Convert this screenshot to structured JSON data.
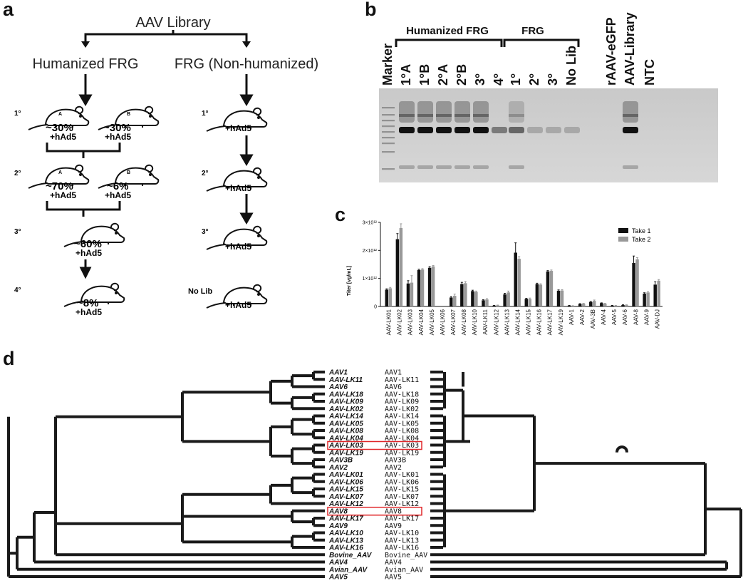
{
  "panels": {
    "a": "a",
    "b": "b",
    "c": "c",
    "d": "d"
  },
  "panel_a": {
    "title": "AAV Library",
    "left_branch": "Humanized FRG",
    "right_branch": "FRG (Non-humanized)",
    "rounds": [
      "1°",
      "2°",
      "3°",
      "4°"
    ],
    "mouse_A": "A",
    "mouse_B": "B",
    "virus": "+hAd5",
    "left": {
      "r1": [
        "~30%",
        "~30%"
      ],
      "r2": [
        "~70%",
        "~6%"
      ],
      "r3": "~60%",
      "r4": "~8%"
    },
    "right_last": "No Lib"
  },
  "panel_b": {
    "group1": "Humanized FRG",
    "group2": "FRG",
    "lanes": [
      "Marker",
      "1°A",
      "1°B",
      "2°A",
      "2°B",
      "3°",
      "4°",
      "1°",
      "2°",
      "3°",
      "No Lib",
      "rAAV-eGFP",
      "AAV-Library",
      "NTC"
    ]
  },
  "chart_data": {
    "type": "bar",
    "ylabel": "Titer [vg/mL]",
    "yticks": [
      "0",
      "1×10¹²",
      "2×10¹²",
      "3×10¹²"
    ],
    "ylim": [
      0,
      3000000000000.0
    ],
    "categories": [
      "AAV-LK01",
      "AAV-LK02",
      "AAV-LK03",
      "AAV-LK04",
      "AAV-LK05",
      "AAV-LK06",
      "AAV-LK07",
      "AAV-LK08",
      "AAV-LK10",
      "AAV-LK11",
      "AAV-LK12",
      "AAV-LK13",
      "AAV-LK14",
      "AAV-LK15",
      "AAV-LK16",
      "AAV-LK17",
      "AAV-LK19",
      "AAV-1",
      "AAV-2",
      "AAV-3B",
      "AAV-4",
      "AAV-5",
      "AAV-6",
      "AAV-8",
      "AAV-9",
      "AAV-DJ"
    ],
    "series": [
      {
        "name": "Take 1",
        "color": "#111111",
        "values": [
          0.6,
          2.4,
          0.82,
          1.3,
          1.38,
          0.0,
          0.32,
          0.8,
          0.55,
          0.22,
          0.03,
          0.43,
          1.92,
          0.27,
          0.8,
          1.25,
          0.56,
          0.03,
          0.09,
          0.16,
          0.12,
          0.03,
          0.05,
          1.55,
          0.46,
          0.78
        ],
        "errors": [
          0.03,
          0.2,
          0.1,
          0.03,
          0.04,
          0,
          0.03,
          0.06,
          0.03,
          0.02,
          0.01,
          0.04,
          0.35,
          0.02,
          0.03,
          0.03,
          0.03,
          0.01,
          0.01,
          0.02,
          0.01,
          0.01,
          0.01,
          0.25,
          0.03,
          0.1
        ]
      },
      {
        "name": "Take 2",
        "color": "#999999",
        "values": [
          0.65,
          2.8,
          0.85,
          1.32,
          1.43,
          0.0,
          0.38,
          0.83,
          0.52,
          0.25,
          0.04,
          0.5,
          1.7,
          0.27,
          0.78,
          1.27,
          0.57,
          0.02,
          0.1,
          0.2,
          0.1,
          0.03,
          0.05,
          1.68,
          0.5,
          0.92
        ],
        "errors": [
          0.03,
          0.15,
          0.25,
          0.03,
          0.03,
          0,
          0.06,
          0.06,
          0.03,
          0.03,
          0.01,
          0.05,
          0.08,
          0.03,
          0.03,
          0.03,
          0.03,
          0.01,
          0.01,
          0.03,
          0.01,
          0.01,
          0.01,
          0.06,
          0.03,
          0.04
        ]
      }
    ],
    "unit_scale": 1000000000000.0
  },
  "panel_d": {
    "left_labels": [
      "AAV1",
      "AAV-LK11",
      "AAV6",
      "AAV-LK18",
      "AAV-LK09",
      "AAV-LK02",
      "AAV-LK14",
      "AAV-LK05",
      "AAV-LK08",
      "AAV-LK04",
      "AAV-LK03",
      "AAV-LK19",
      "AAV3B",
      "AAV2",
      "AAV-LK01",
      "AAV-LK06",
      "AAV-LK15",
      "AAV-LK07",
      "AAV-LK12",
      "AAV8",
      "AAV-LK17",
      "AAV9",
      "AAV-LK10",
      "AAV-LK13",
      "AAV-LK16",
      "Bovine_AAV",
      "AAV4",
      "Avian_AAV",
      "AAV5"
    ],
    "right_labels": [
      "AAV1",
      "AAV-LK11",
      "AAV6",
      "AAV-LK18",
      "AAV-LK09",
      "AAV-LK02",
      "AAV-LK14",
      "AAV-LK05",
      "AAV-LK08",
      "AAV-LK04",
      "AAV-LK03",
      "AAV-LK19",
      "AAV3B",
      "AAV2",
      "AAV-LK01",
      "AAV-LK06",
      "AAV-LK15",
      "AAV-LK07",
      "AAV-LK12",
      "AAV8",
      "AAV-LK17",
      "AAV9",
      "AAV-LK10",
      "AAV-LK13",
      "AAV-LK16",
      "Bovine_AAV",
      "AAV4",
      "Avian_AAV",
      "AAV5"
    ],
    "highlighted": [
      "AAV-LK03",
      "AAV8"
    ],
    "highlight_color": "#e0282b"
  }
}
